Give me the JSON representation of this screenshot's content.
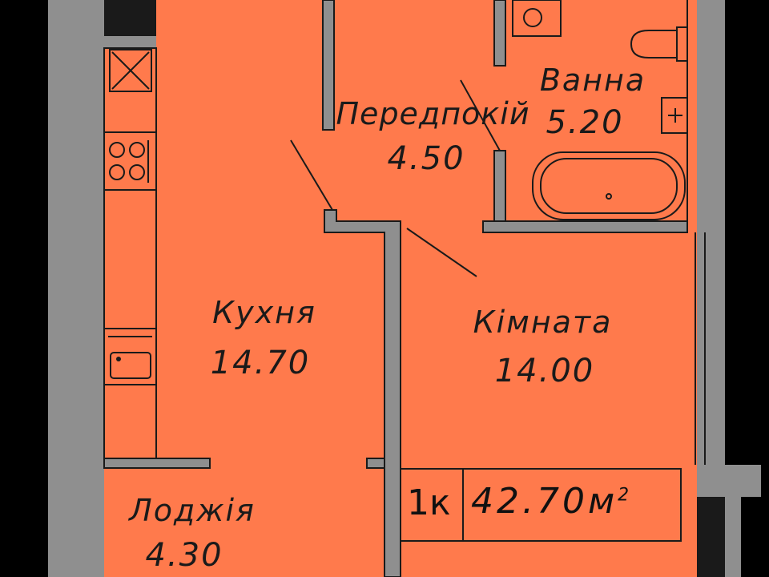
{
  "colors": {
    "floor": "#FF7A4C",
    "wall": "#8F8F8F",
    "background": "#000000",
    "line": "#1A1A1A",
    "fixture": "#FFFFFF"
  },
  "rooms": [
    {
      "id": "bath",
      "name": "Ванна",
      "area": "5.20"
    },
    {
      "id": "hall",
      "name": "Передпокій",
      "area": "4.50"
    },
    {
      "id": "kitchen",
      "name": "Кухня",
      "area": "14.70"
    },
    {
      "id": "room",
      "name": "Кімната",
      "area": "14.00"
    },
    {
      "id": "loggia",
      "name": "Лоджія",
      "area": "4.30"
    }
  ],
  "badge": {
    "type": "1к",
    "total": "42.70м",
    "unit_sup": "2"
  }
}
